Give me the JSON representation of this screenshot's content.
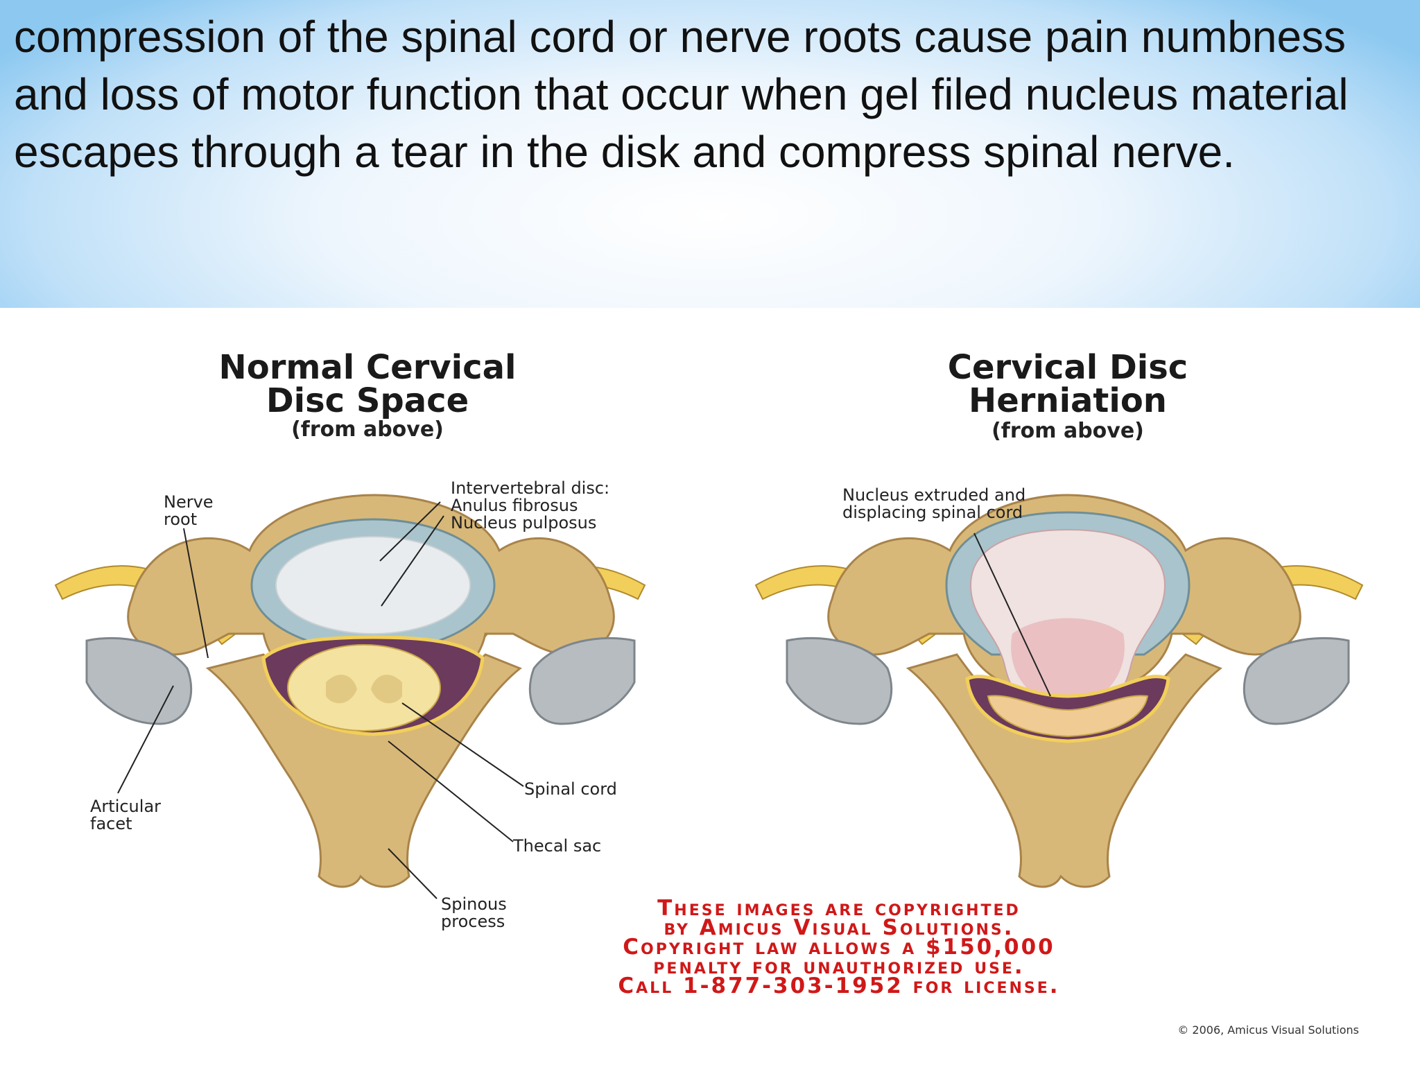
{
  "slide": {
    "body_text": "compression of the spinal cord or nerve roots cause pain numbness and loss of motor function that occur when gel filed nucleus material escapes through a tear in the disk and compress spinal nerve."
  },
  "figure": {
    "left": {
      "title_line1": "Normal Cervical",
      "title_line2": "Disc Space",
      "subtitle": "(from above)",
      "labels": {
        "nerve_root_1": "Nerve",
        "nerve_root_2": "root",
        "disc_1": "Intervertebral disc:",
        "disc_2": "Anulus fibrosus",
        "disc_3": "Nucleus pulposus",
        "spinal_cord": "Spinal cord",
        "thecal_sac": "Thecal sac",
        "articular_1": "Articular",
        "articular_2": "facet",
        "spinous_1": "Spinous",
        "spinous_2": "process"
      }
    },
    "right": {
      "title_line1": "Cervical Disc",
      "title_line2": "Herniation",
      "subtitle": "(from above)",
      "labels": {
        "nucleus_1": "Nucleus extruded and",
        "nucleus_2": "displacing spinal cord"
      }
    },
    "copyright_notice": [
      "These images are copyrighted",
      "by Amicus Visual Solutions.",
      "Copyright law allows a $150,000",
      "penalty for unauthorized use.",
      "Call 1-877-303-1952 for license."
    ],
    "credit": "© 2006, Amicus Visual Solutions"
  },
  "colors": {
    "bone": "#d8b878",
    "bone_dark": "#a8834a",
    "disc_ring": "#a9c4cc",
    "nucleus": "#e8ecee",
    "cord": "#f4e2a0",
    "thecal": "#6b3a5c",
    "nerve": "#f2cf5a",
    "notice_red": "#d01818"
  }
}
